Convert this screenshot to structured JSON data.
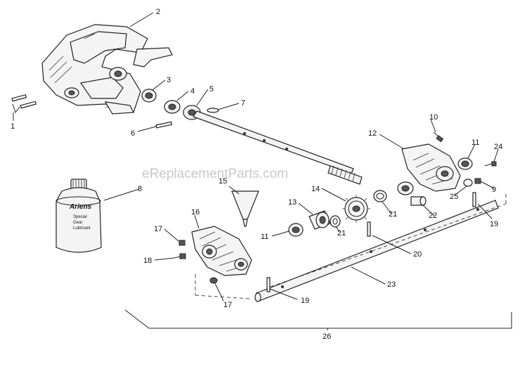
{
  "watermark": "eReplacementParts.com",
  "bottle": {
    "brand": "Ariens",
    "label_line1": "Special",
    "label_line2": "Gear",
    "label_line3": "Lubricant"
  },
  "callouts": [
    "1",
    "2",
    "3",
    "4",
    "5",
    "6",
    "7",
    "8",
    "9",
    "10",
    "11",
    "11",
    "12",
    "13",
    "14",
    "15",
    "16",
    "17",
    "17",
    "18",
    "19",
    "19",
    "20",
    "21",
    "21",
    "22",
    "23",
    "24",
    "25",
    "26"
  ]
}
